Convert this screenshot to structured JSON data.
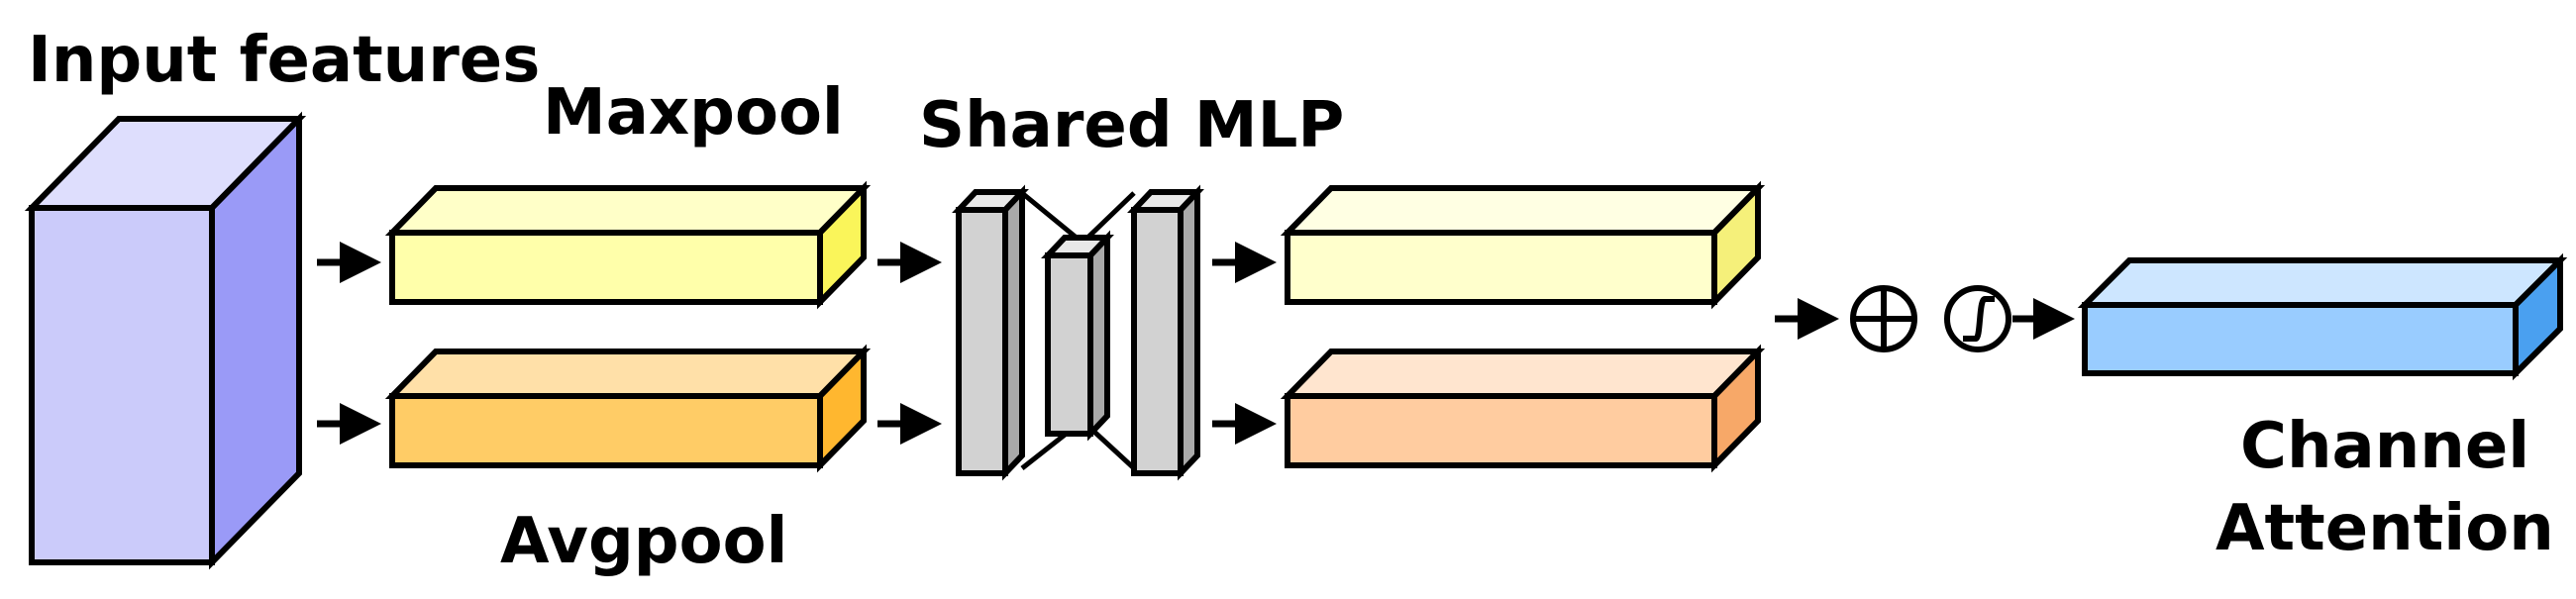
{
  "labels": {
    "input": "Input features",
    "maxpool": "Maxpool",
    "avgpool": "Avgpool",
    "shared_mlp": "Shared MLP",
    "output_line1": "Channel",
    "output_line2": "Attention"
  },
  "colors": {
    "input_front": "#CBCBFA",
    "input_top": "#DEDEFD",
    "input_side": "#9A9AF7",
    "maxpool_front": "#FFFFAA",
    "maxpool_top": "#FFFFC8",
    "maxpool_side": "#FAF55A",
    "avgpool_front": "#FFCC66",
    "avgpool_top": "#FFE0A8",
    "avgpool_side": "#FFB72F",
    "mlp_front": "#D2D2D2",
    "mlp_top": "#E8E8E8",
    "mlp_side": "#AAAAAA",
    "maxout_front": "#FFFFCC",
    "maxout_top": "#FFFFE3",
    "maxout_side": "#F5F07A",
    "avgout_front": "#FFCCA0",
    "avgout_top": "#FFE5CF",
    "avgout_side": "#F7A868",
    "attention_front": "#99CCFF",
    "attention_top": "#CDE6FF",
    "attention_side": "#4AA0F0"
  },
  "operators": {
    "sum": "element-wise-sum-icon",
    "activation": "sigmoid-icon"
  }
}
